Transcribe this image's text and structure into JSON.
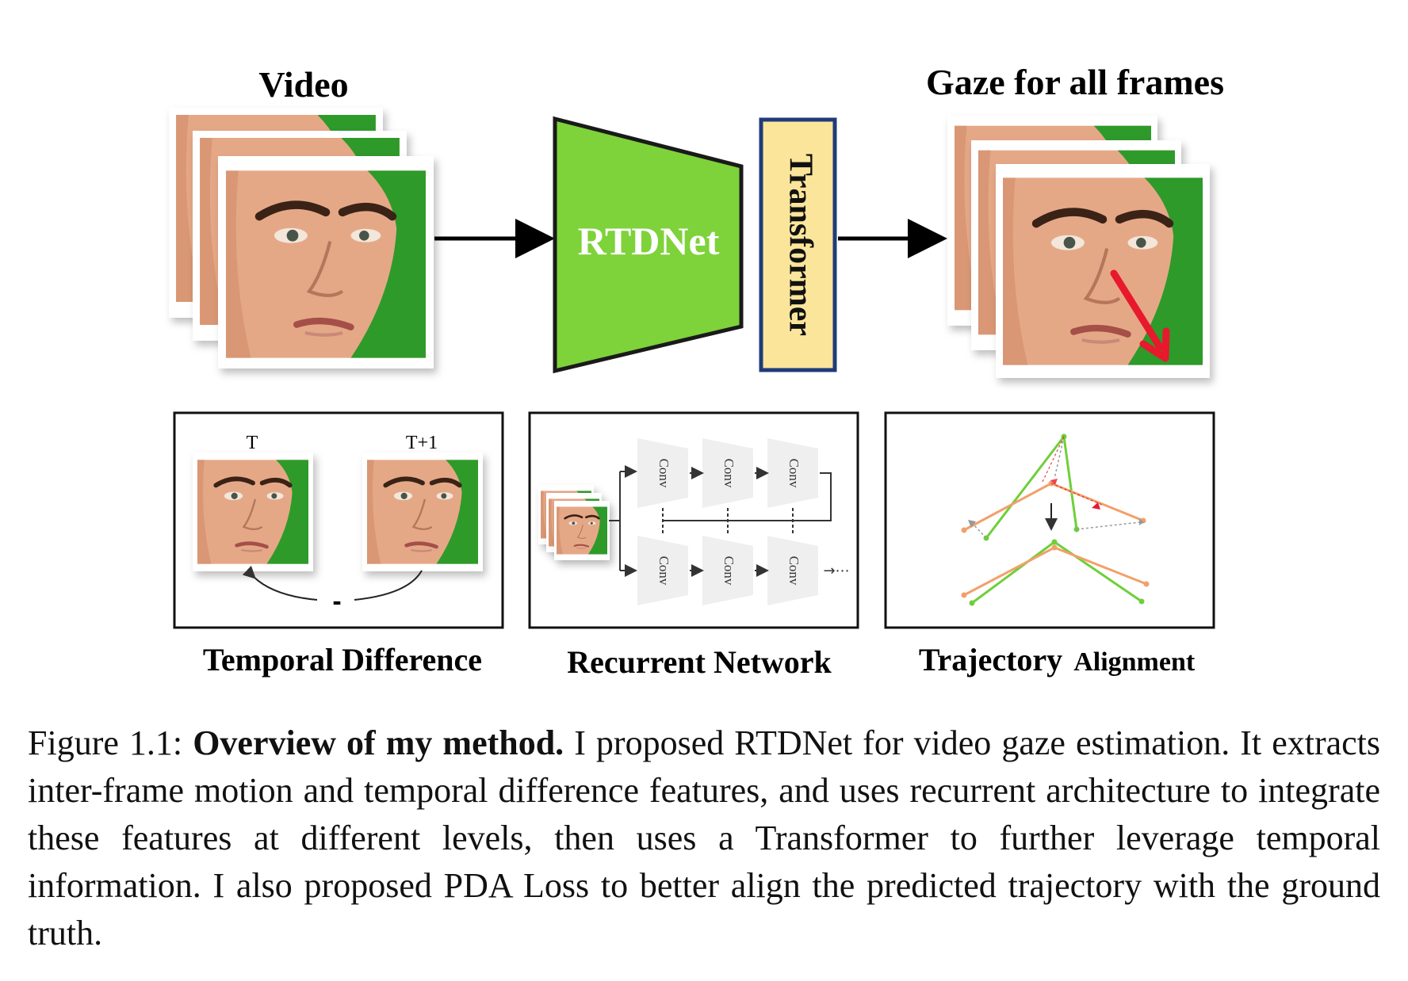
{
  "labels": {
    "video": "Video",
    "gaze": "Gaze for all frames",
    "rtdnet": "RTDNet",
    "transformer": "Transformer",
    "t": "T",
    "t_plus_1": "T+1",
    "minus": "-",
    "conv": "Conv",
    "ellipsis": "→⋯",
    "temporal_difference": "Temporal Difference",
    "recurrent_network": "Recurrent Network",
    "trajectory_alignment_a": "Trajectory",
    "trajectory_alignment_b": "Alignment"
  },
  "caption": {
    "prefix": "Figure 1.1:",
    "bold": "Overview of my method.",
    "text": "I proposed RTDNet for video gaze estimation. It extracts inter-frame motion and temporal difference features, and uses recurrent architecture to integrate these features at different levels, then uses a Transformer to further leverage temporal information. I also proposed PDA Loss to better align the predicted trajectory with the ground truth."
  },
  "colors": {
    "rtdnet_fill": "#7ed23a",
    "transformer_fill": "#fbe59a",
    "transformer_border": "#1f3b7a",
    "skin": "#e0a37f",
    "green_screen": "#2f9a2a",
    "gaze_arrow": "#e8182d",
    "traj_green": "#6fcf3a",
    "traj_orange": "#f2a06a"
  },
  "icons": [
    "face-frame",
    "arrow-right-icon",
    "gaze-arrow-icon"
  ]
}
